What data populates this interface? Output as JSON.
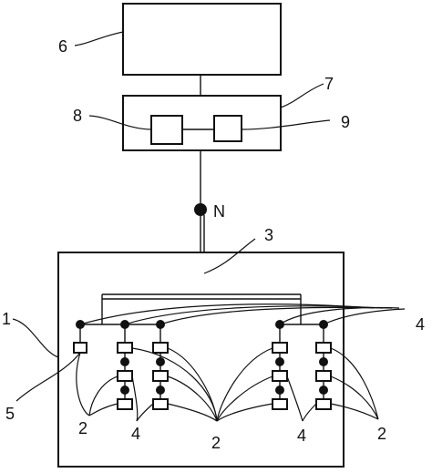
{
  "figure": {
    "node_label": "N",
    "callouts": {
      "one": "1",
      "two_left": "2",
      "two_mid": "2",
      "two_right": "2",
      "three": "3",
      "four_top": "4",
      "four_left": "4",
      "four_right": "4",
      "five": "5",
      "six": "6",
      "seven": "7",
      "eight": "8",
      "nine": "9"
    }
  }
}
